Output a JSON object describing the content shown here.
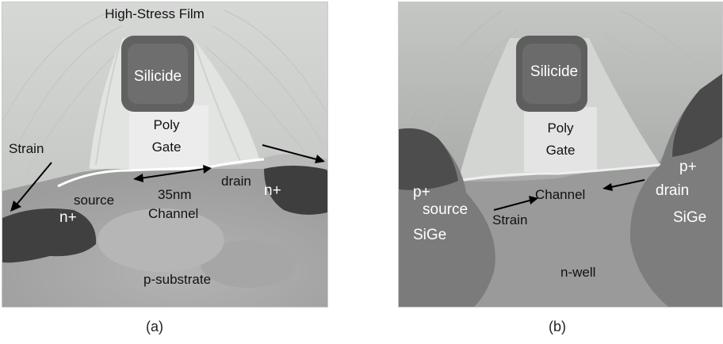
{
  "panel_a": {
    "labels": {
      "film": "High-Stress Film",
      "silicide": "Silicide",
      "poly": "Poly",
      "gate": "Gate",
      "strain": "Strain",
      "source": "source",
      "drain": "drain",
      "n_plus_left": "n+",
      "n_plus_right": "n+",
      "length": "35nm",
      "channel": "Channel",
      "substrate": "p-substrate"
    },
    "caption": "(a)"
  },
  "panel_b": {
    "labels": {
      "silicide": "Silicide",
      "poly": "Poly",
      "gate": "Gate",
      "p_plus_left": "p+",
      "source": "source",
      "sige_left": "SiGe",
      "channel": "Channel",
      "strain": "Strain",
      "p_plus_right": "p+",
      "drain": "drain",
      "sige_right": "SiGe",
      "well": "n-well"
    },
    "caption": "(b)"
  }
}
